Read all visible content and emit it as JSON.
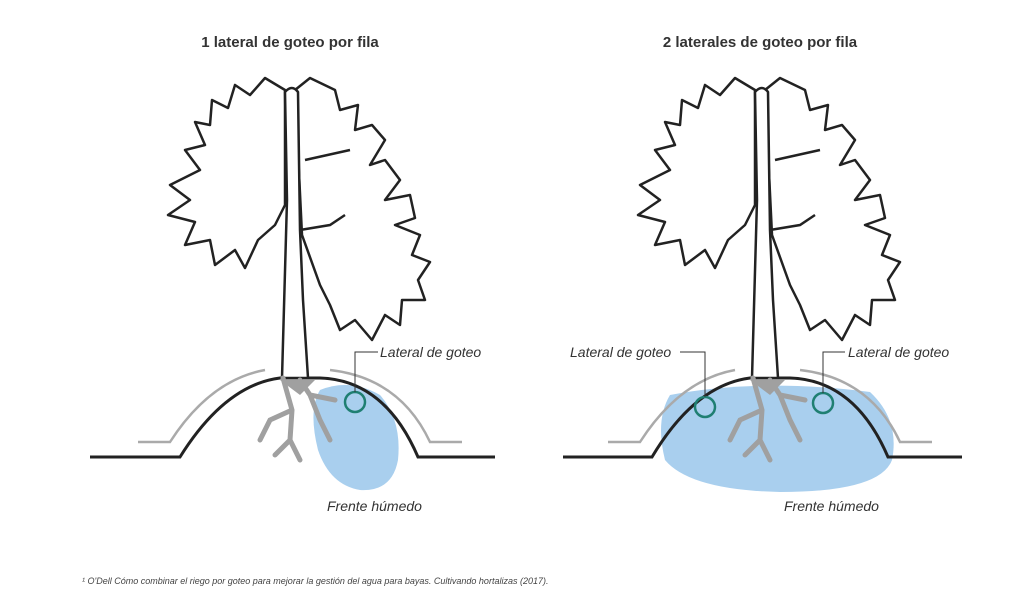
{
  "panels": [
    {
      "title": "1 lateral de goteo por fila",
      "labels": [
        "Lateral de goteo"
      ],
      "wet_label": "Frente húmedo"
    },
    {
      "title": "2 laterales de goteo por fila",
      "labels": [
        "Lateral de goteo",
        "Lateral de goteo"
      ],
      "wet_label": "Frente húmedo"
    }
  ],
  "footnote": "¹ O'Dell Cómo combinar el riego por goteo para mejorar la gestión del agua para bayas. Cultivando hortalizas (2017).",
  "colors": {
    "water": "#a9cfee",
    "emitter": "#1f7f72",
    "outline": "#222222",
    "root": "#a0a0a0"
  }
}
